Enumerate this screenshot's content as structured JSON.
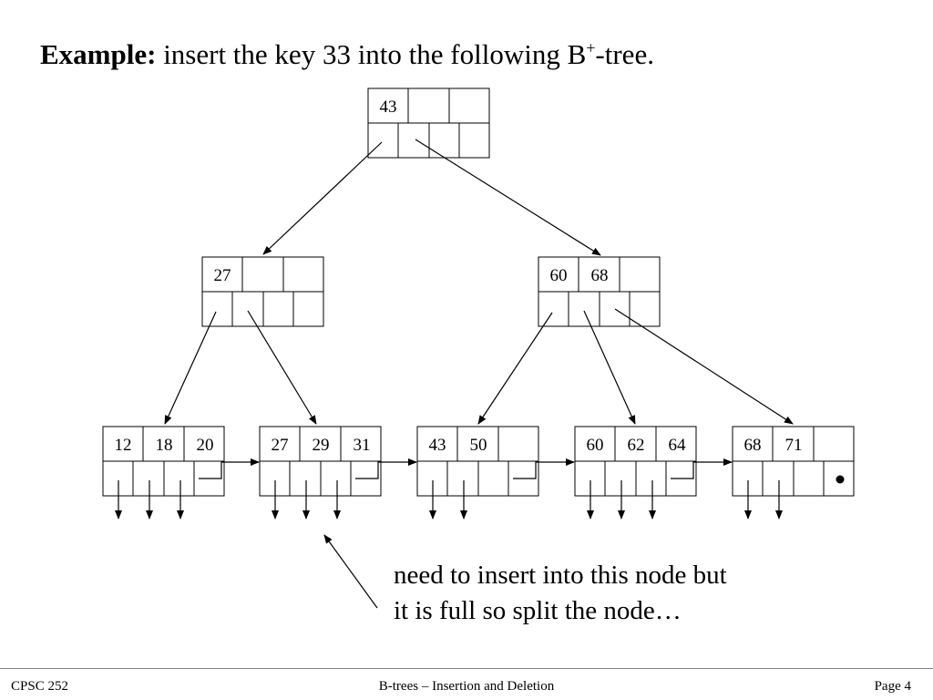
{
  "title": {
    "bold": "Example:",
    "text": " insert the key 33 into the following B",
    "sup": "+",
    "suffix": "-tree."
  },
  "tree": {
    "root": {
      "keys": [
        "43",
        "",
        ""
      ]
    },
    "internal": [
      {
        "keys": [
          "27",
          "",
          ""
        ]
      },
      {
        "keys": [
          "60",
          "68",
          ""
        ]
      }
    ],
    "leaves": [
      {
        "keys": [
          "12",
          "18",
          "20"
        ]
      },
      {
        "keys": [
          "27",
          "29",
          "31"
        ]
      },
      {
        "keys": [
          "43",
          "50",
          ""
        ]
      },
      {
        "keys": [
          "60",
          "62",
          "64"
        ]
      },
      {
        "keys": [
          "68",
          "71",
          ""
        ]
      }
    ]
  },
  "note": "need to insert into this node but it is full so split the node…",
  "footer": {
    "left": "CPSC 252",
    "center": "B-trees – Insertion and Deletion",
    "right": "Page 4"
  }
}
